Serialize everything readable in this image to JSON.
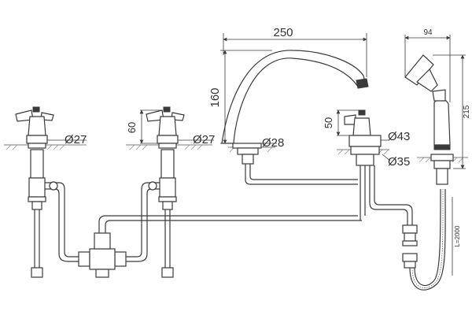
{
  "dimensions": {
    "spout_width": "250",
    "spout_height": "160",
    "shower_width": "94",
    "shower_height": "215",
    "handle_height_left": "60",
    "handle_height_right": "50",
    "hose_length": "L=2000"
  },
  "diameters": {
    "left_valve": "Ø27",
    "mid_valve": "Ø27",
    "spout": "Ø28",
    "diverter": "Ø43",
    "shower_base": "Ø35"
  },
  "colors": {
    "line": "#3a3a3a",
    "background": "#ffffff"
  }
}
